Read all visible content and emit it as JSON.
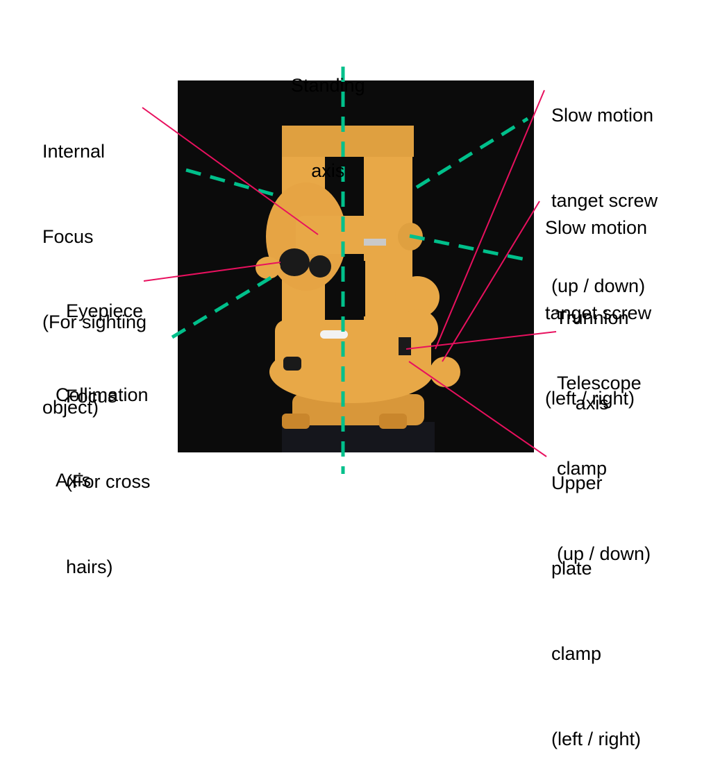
{
  "colors": {
    "axis_line": "#00c08b",
    "leader_line": "#e8105e",
    "instrument_body": "#e8a847",
    "instrument_shadow": "#b97a22",
    "photo_background": "#0b0b0b"
  },
  "photo": {
    "subject": "theodolite-photo"
  },
  "labels": {
    "standing_axis": [
      "Standing",
      "axis"
    ],
    "internal_focus": [
      "Internal",
      "Focus",
      "(For sighting",
      "object)"
    ],
    "eyepiece_focus": [
      "Eyepiece",
      "Focus",
      "(For cross",
      "hairs)"
    ],
    "collimation_axis": [
      "Collimation",
      "Axis"
    ],
    "slow_motion_up_down": [
      "Slow motion",
      "tanget screw",
      "(up / down)"
    ],
    "slow_motion_left_right": [
      "Slow motion",
      "tanget screw",
      "(left / right)"
    ],
    "trunnion_axis": [
      "Trunnion",
      "axis"
    ],
    "telescope_clamp": [
      "Telescope",
      "clamp",
      "(up / down)"
    ],
    "upper_plate_clamp": [
      "Upper",
      "plate",
      "clamp",
      "(left / right)"
    ]
  }
}
